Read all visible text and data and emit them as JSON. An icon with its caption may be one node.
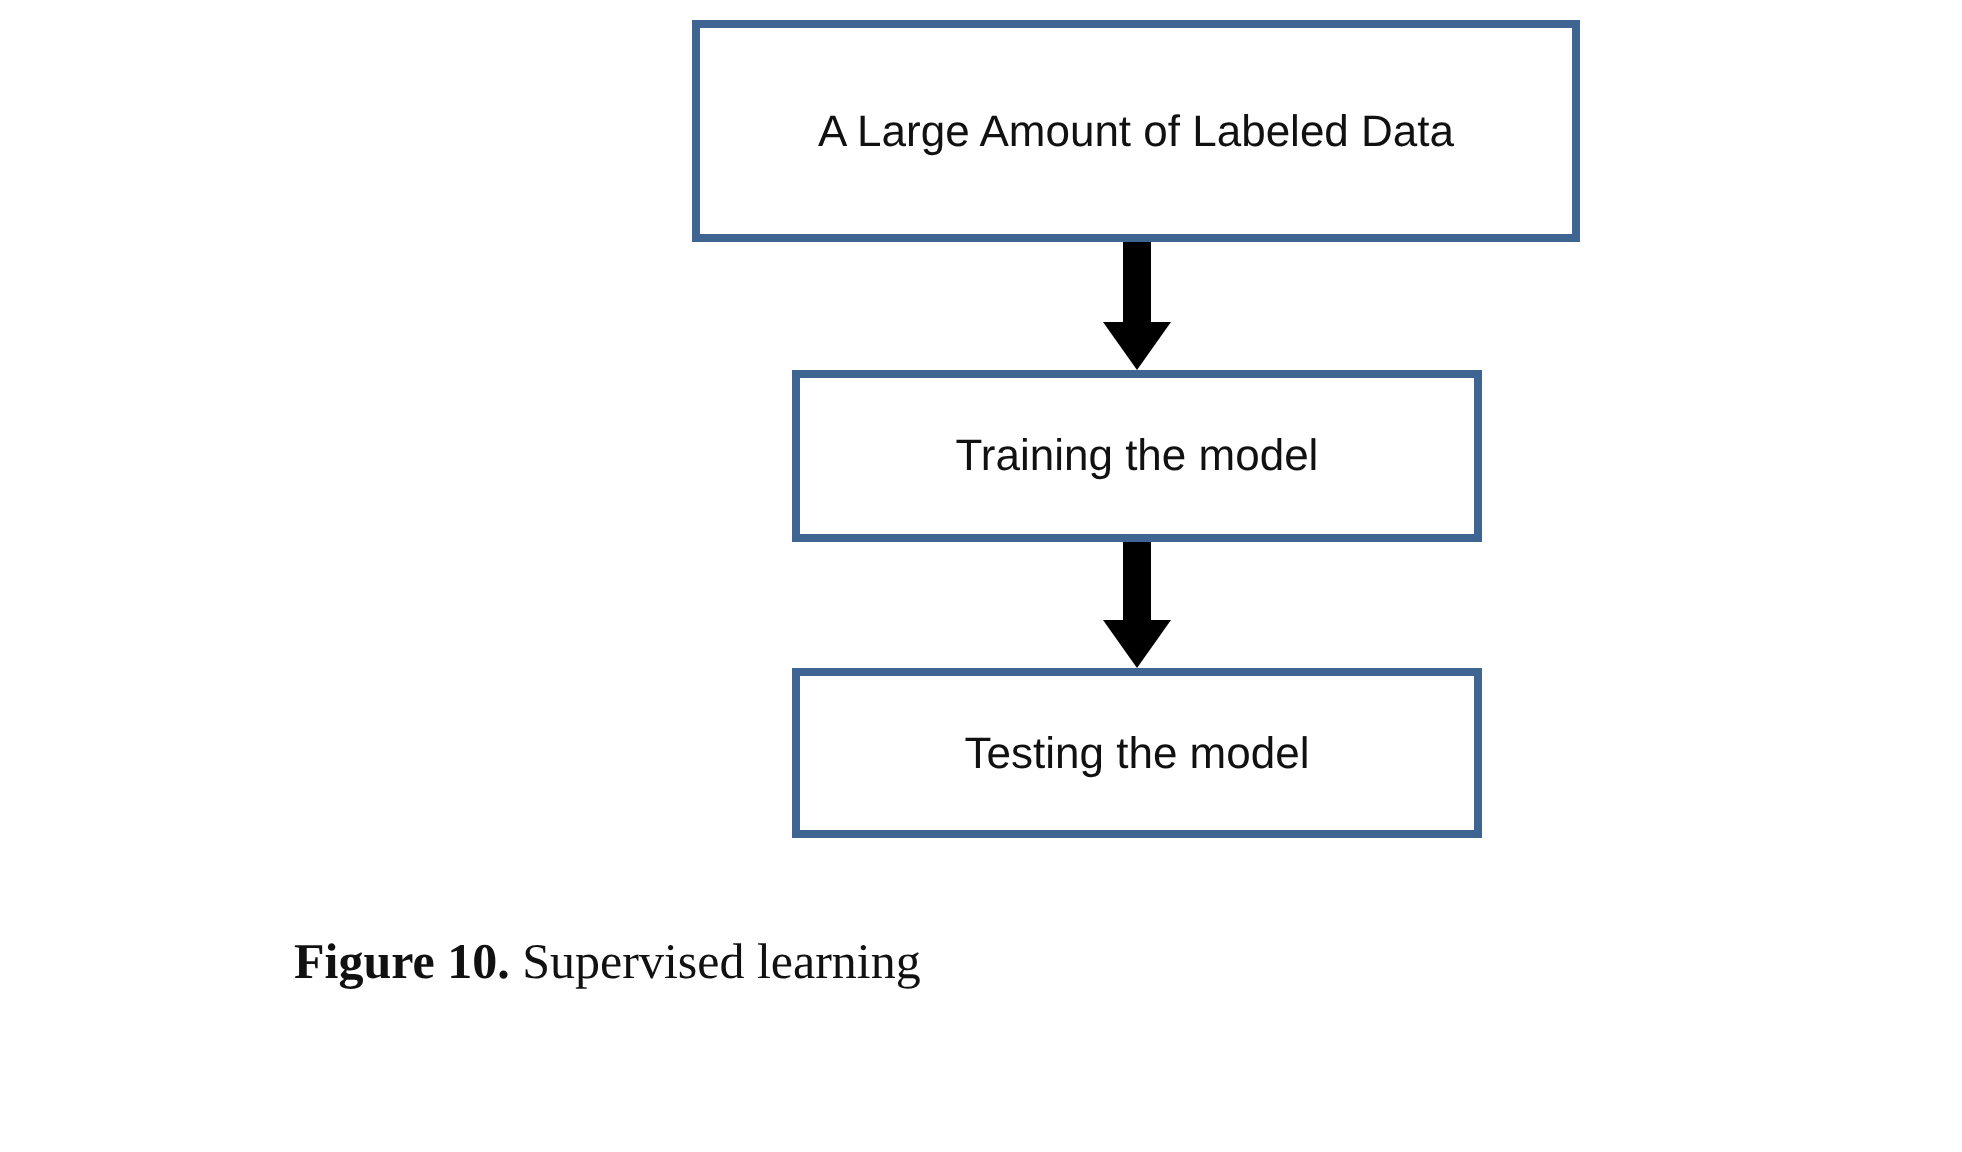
{
  "diagram": {
    "caption": "**Figure 10.** Supervised learning",
    "nodes": [
      {
        "text": [
          "A Large Amount of Labeled Data"
        ]
      },
      {
        "text": [
          "Training the model"
        ]
      },
      {
        "text": [
          "Testing the model"
        ]
      }
    ],
    "edges": [
      {
        "from": 0,
        "to": 1,
        "arrow": "to"
      },
      {
        "from": 1,
        "to": 2,
        "arrow": "to"
      }
    ]
  }
}
